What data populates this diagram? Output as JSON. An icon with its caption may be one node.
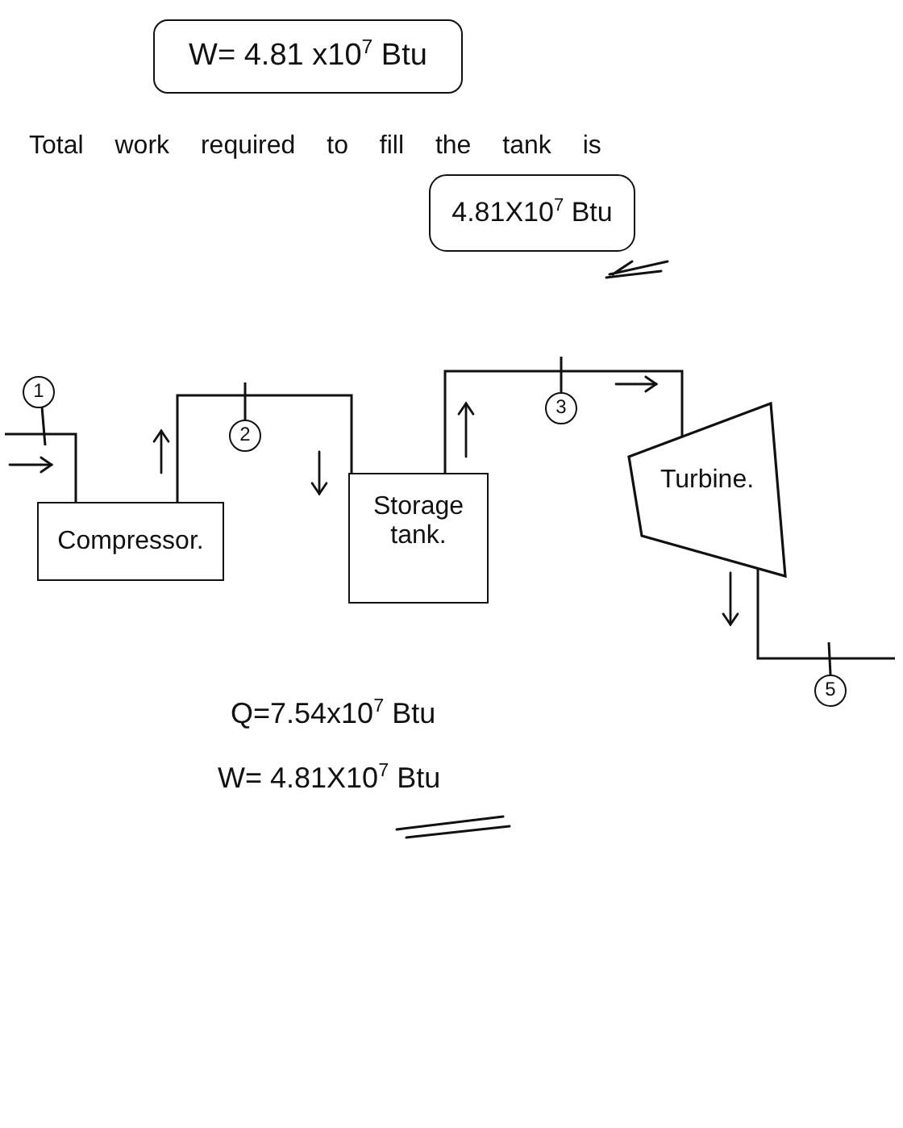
{
  "diagram": {
    "nodes": [
      {
        "text": [
          "W= 4.81 x10$^{7}$ Btu"
        ]
      },
      {
        "text": [
          "4.81X10$^{7}$ Btu"
        ]
      },
      {
        "text": [
          "1"
        ]
      },
      {
        "text": [
          "Compressor."
        ]
      },
      {
        "text": [
          "2"
        ]
      },
      {
        "text": [
          "Storage tank."
        ]
      },
      {
        "text": [
          "3"
        ]
      },
      {
        "text": [
          "Turbine."
        ]
      },
      {
        "text": [
          "5"
        ]
      }
    ],
    "edges": [
      {
        "from": null,
        "to": 3,
        "arrow": "none"
      },
      {
        "from": 3,
        "to": 5,
        "arrow": "none"
      },
      {
        "from": 5,
        "to": 7,
        "arrow": "none"
      },
      {
        "from": 7,
        "to": null,
        "arrow": "none"
      },
      {
        "from": 2,
        "to": null,
        "arrow": "none"
      },
      {
        "from": 4,
        "to": null,
        "arrow": "none"
      },
      {
        "from": 6,
        "to": null,
        "arrow": "none"
      },
      {
        "from": 8,
        "to": null,
        "arrow": "none"
      }
    ],
    "labels": [
      "Total work required to fill the tank is",
      "Q=7.54x10$^{7}$ Btu",
      "W= 4.81X10$^{7}$ Btu"
    ]
  }
}
